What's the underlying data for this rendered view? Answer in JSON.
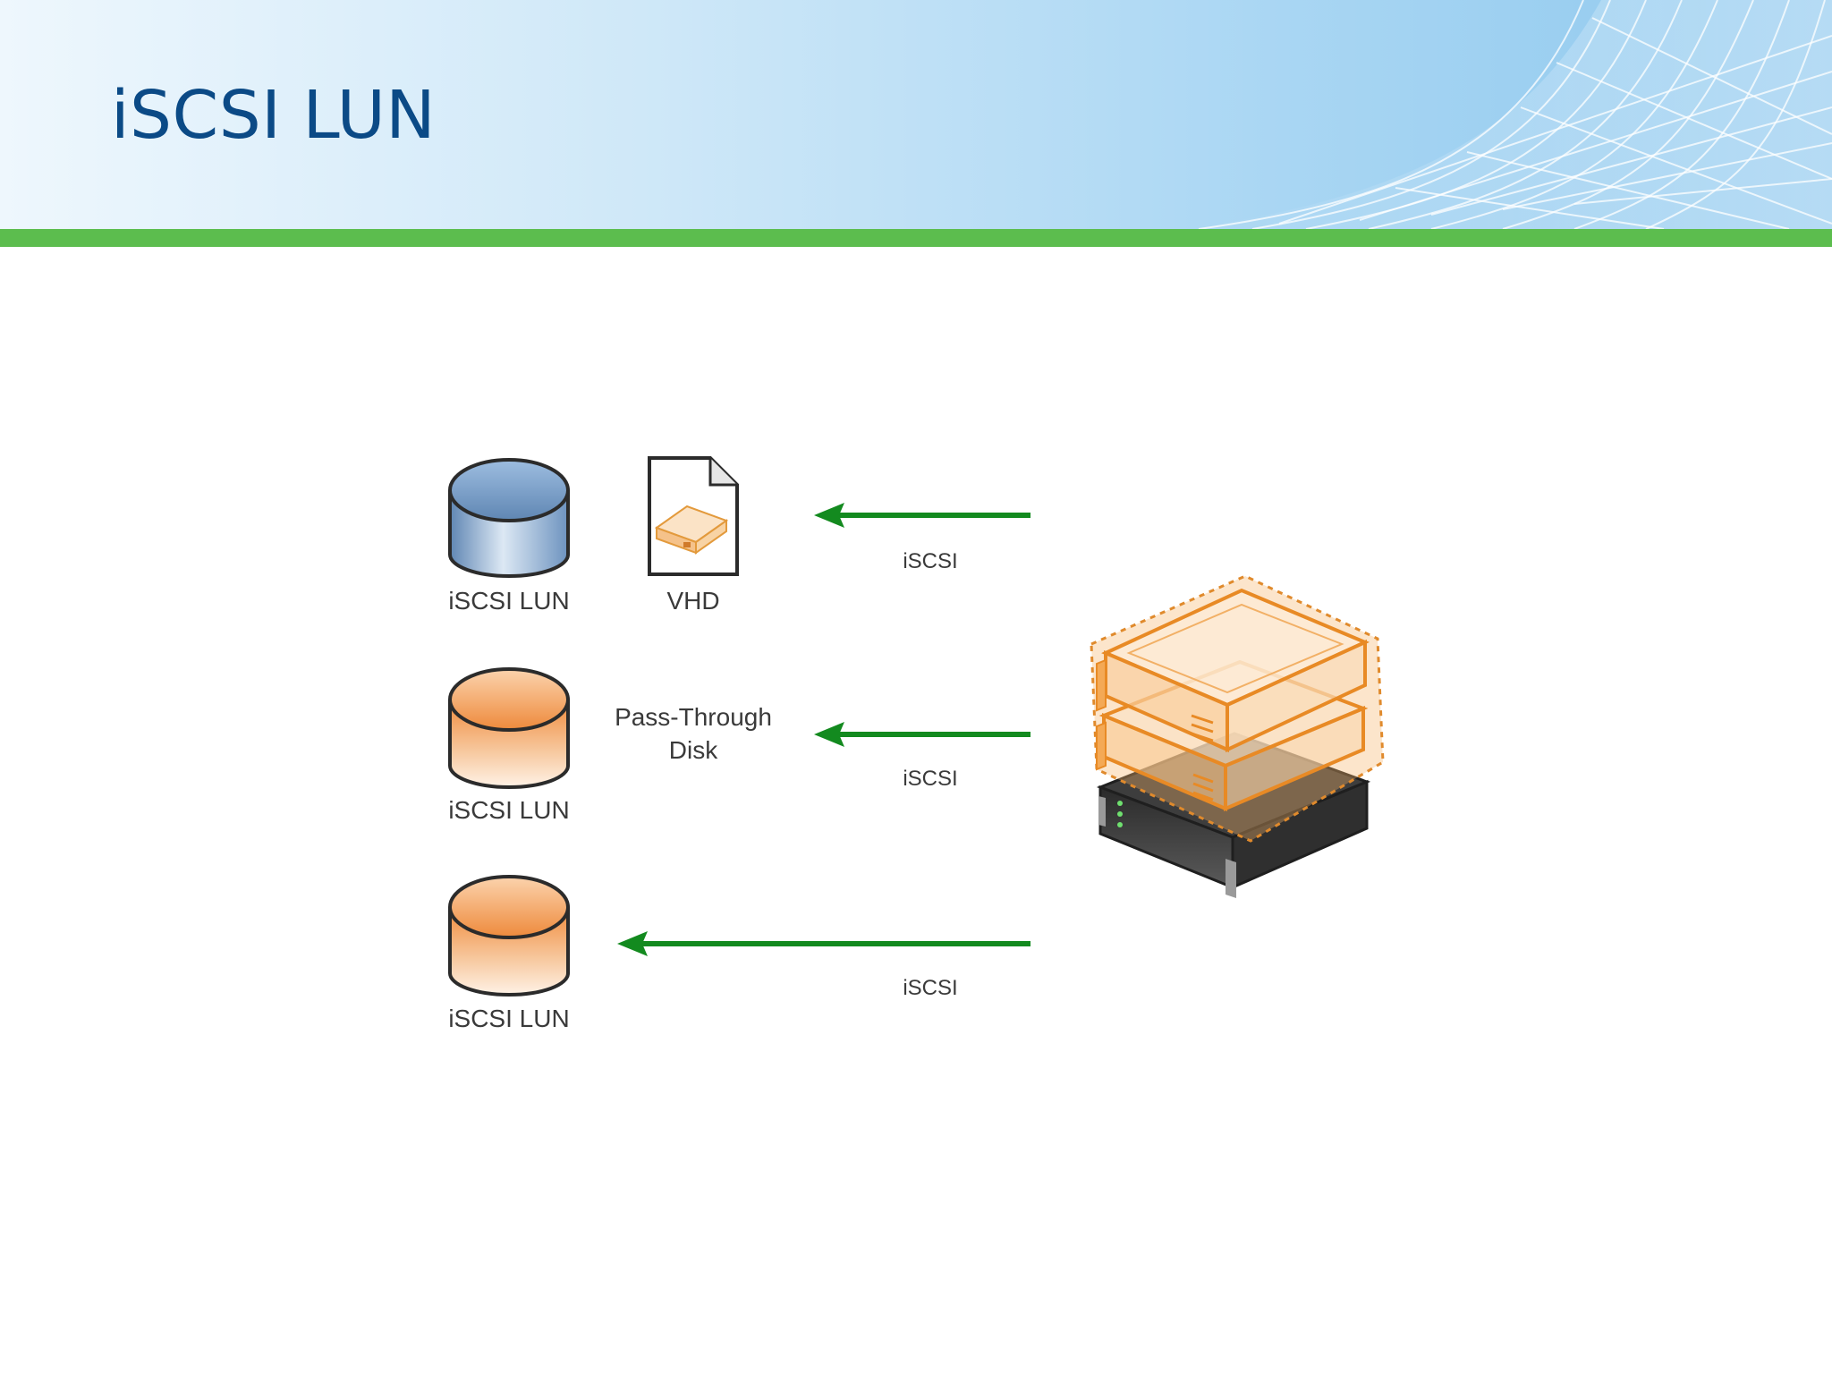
{
  "title": "iSCSI LUN",
  "colors": {
    "title": "#0b4a86",
    "accent_bar": "#5cbd4e",
    "arrow": "#138a1f",
    "lun_blue": "#7fa6cc",
    "lun_orange": "#f29a4e",
    "server_orange": "#f2a044"
  },
  "diagram": {
    "rows": [
      {
        "lun_label": "iSCSI LUN",
        "middle_label": "VHD",
        "link_label": "iSCSI"
      },
      {
        "lun_label": "iSCSI LUN",
        "middle_label_line1": "Pass-Through",
        "middle_label_line2": "Disk",
        "link_label": "iSCSI"
      },
      {
        "lun_label": "iSCSI LUN",
        "link_label": "iSCSI"
      }
    ],
    "icons": [
      "database-blue-icon",
      "vhd-file-icon",
      "database-orange-icon",
      "database-orange-icon",
      "server-stack-icon"
    ]
  }
}
